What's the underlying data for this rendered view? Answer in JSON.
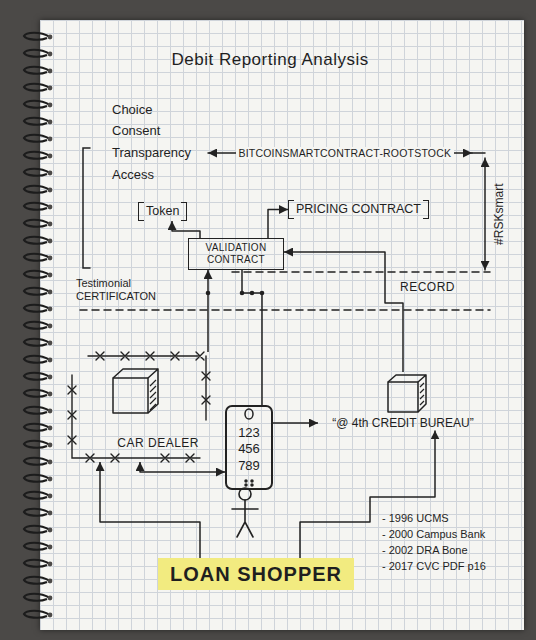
{
  "diagram": {
    "title": "Debit Reporting Analysis",
    "nodes": [
      {
        "text": [
          "Token"
        ]
      },
      {
        "text": [
          "PRICING CONTRACT"
        ]
      },
      {
        "text": [
          "VALIDATION CONTRACT"
        ]
      },
      {
        "text": [
          "CAR DEALER"
        ]
      },
      {
        "text": [
          "123 456 789"
        ]
      },
      {
        "text": [
          "“@ 4th CREDIT BUREAU”"
        ]
      },
      {
        "text": [
          "LOAN SHOPPER"
        ]
      }
    ],
    "edges": [
      {
        "from": 2,
        "to": 0,
        "arrow": "to"
      },
      {
        "from": 2,
        "to": 1,
        "arrow": "to"
      },
      {
        "from": 3,
        "to": 2,
        "arrow": "to"
      },
      {
        "from": 4,
        "to": 2,
        "arrow": "none"
      },
      {
        "from": 5,
        "to": 2,
        "arrow": "to"
      },
      {
        "from": 6,
        "to": 3,
        "arrow": "to"
      },
      {
        "from": 6,
        "to": 5,
        "arrow": "to"
      },
      {
        "from": 3,
        "to": 4,
        "arrow": "both"
      },
      {
        "from": 4,
        "to": 5,
        "arrow": "to"
      }
    ],
    "labels": [
      "Choice",
      "Consent",
      "Transparency",
      "Access",
      "BITCOINSMARTCONTRACT-ROOTSTOCK",
      "#RSKsmart",
      "Testimonial CERTIFICATON",
      "RECORD",
      "- 1996 UCMS",
      "- 2000 Campus Bank",
      "- 2002 DRA Bone",
      "- 2017 CVC PDF p16"
    ]
  }
}
